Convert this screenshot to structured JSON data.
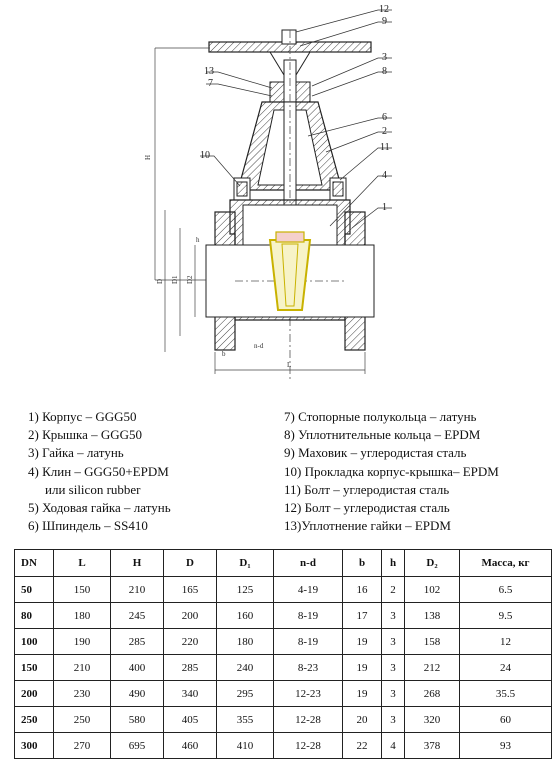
{
  "drawing": {
    "callouts": [
      "12",
      "9",
      "3",
      "8",
      "13",
      "7",
      "6",
      "2",
      "11",
      "4",
      "1",
      "10"
    ],
    "dims": [
      "H",
      "D",
      "D1",
      "D2",
      "L",
      "b",
      "n-d",
      "h"
    ]
  },
  "parts": {
    "left": [
      "1) Корпус – GGG50",
      "2) Крышка – GGG50",
      "3) Гайка – латунь",
      "4) Клин – GGG50+EPDM",
      "или silicon rubber",
      "5) Ходовая гайка – латунь",
      "6) Шпиндель – SS410"
    ],
    "right": [
      "7)    Стопорные полукольца – латунь",
      "8)    Уплотнительные кольца – EPDM",
      "9)    Маховик – углеродистая сталь",
      "10) Прокладка корпус-крышка– EPDM",
      "11) Болт – углеродистая сталь",
      "12) Болт – углеродистая сталь",
      "13)Уплотнение гайки – EPDM"
    ]
  },
  "table": {
    "headers": [
      "DN",
      "L",
      "H",
      "D",
      "D₁",
      "n-d",
      "b",
      "h",
      "D₂",
      "Масса, кг"
    ],
    "rows": [
      [
        "50",
        "150",
        "210",
        "165",
        "125",
        "4-19",
        "16",
        "2",
        "102",
        "6.5"
      ],
      [
        "80",
        "180",
        "245",
        "200",
        "160",
        "8-19",
        "17",
        "3",
        "138",
        "9.5"
      ],
      [
        "100",
        "190",
        "285",
        "220",
        "180",
        "8-19",
        "19",
        "3",
        "158",
        "12"
      ],
      [
        "150",
        "210",
        "400",
        "285",
        "240",
        "8-23",
        "19",
        "3",
        "212",
        "24"
      ],
      [
        "200",
        "230",
        "490",
        "340",
        "295",
        "12-23",
        "19",
        "3",
        "268",
        "35.5"
      ],
      [
        "250",
        "250",
        "580",
        "405",
        "355",
        "12-28",
        "20",
        "3",
        "320",
        "60"
      ],
      [
        "300",
        "270",
        "695",
        "460",
        "410",
        "12-28",
        "22",
        "4",
        "378",
        "93"
      ]
    ]
  }
}
